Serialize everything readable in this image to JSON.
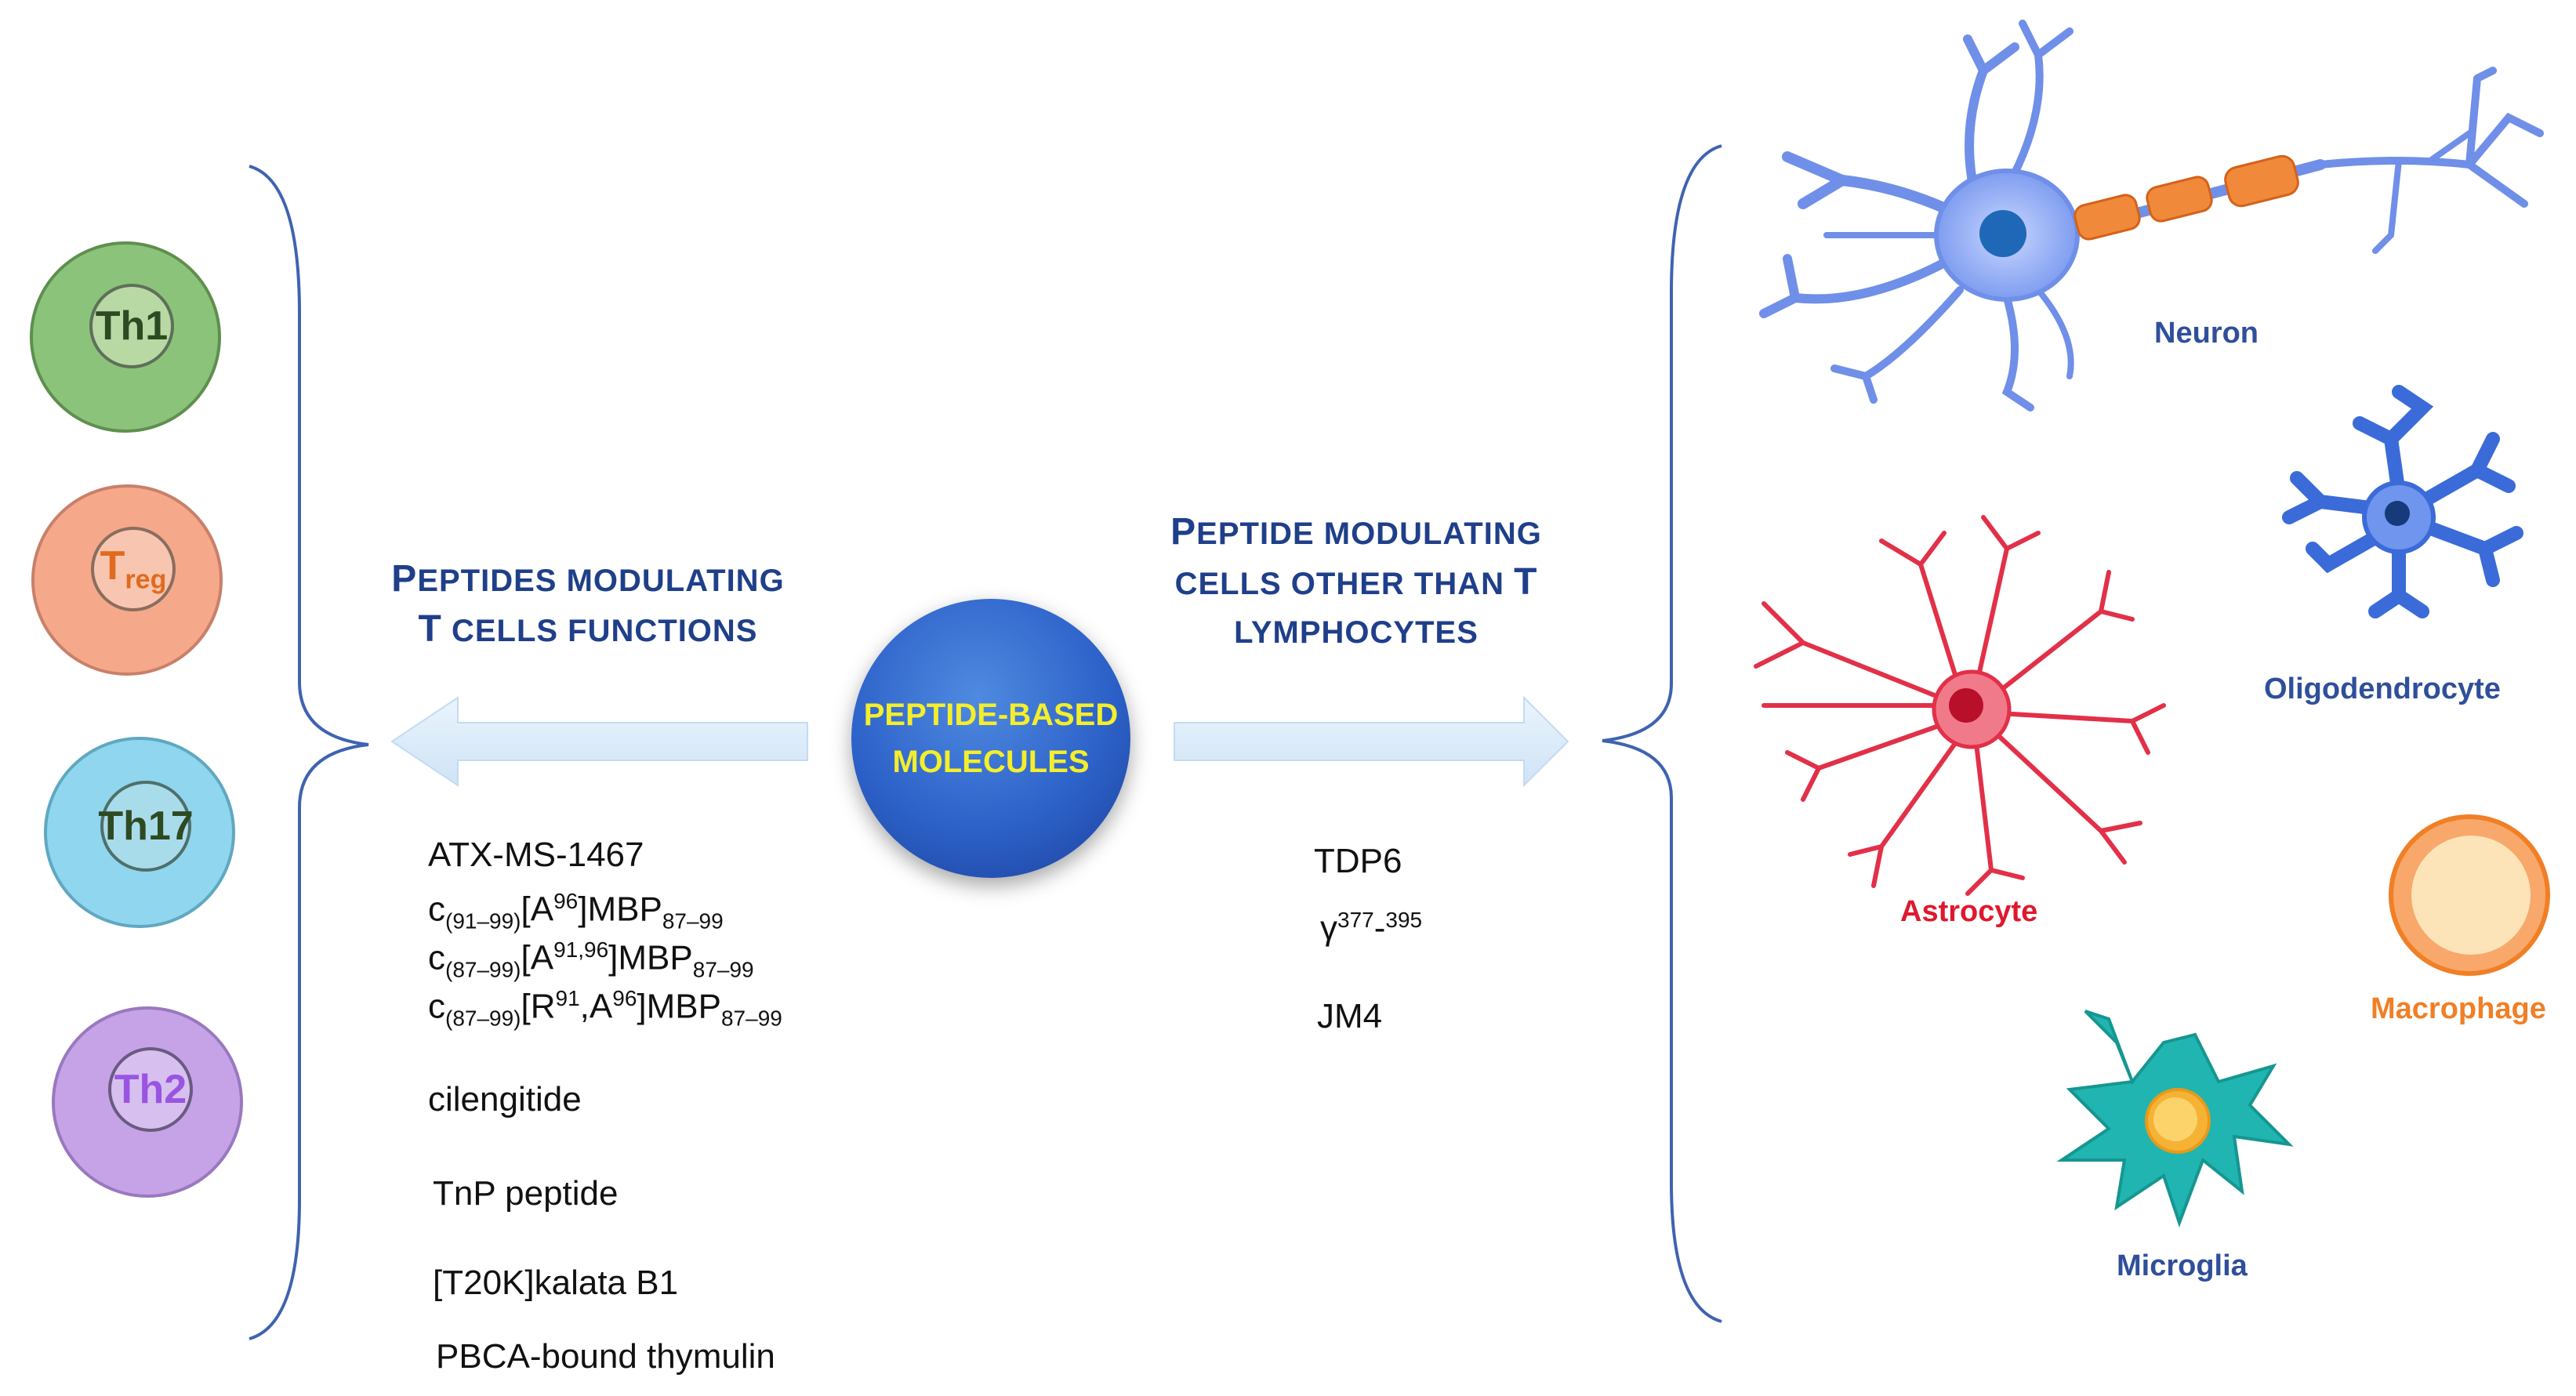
{
  "center": {
    "line1": "PEPTIDE-BASED",
    "line2": "MOLECULES"
  },
  "left_heading": {
    "line1_cap": "P",
    "line1_rest": "EPTIDES MODULATING",
    "line2_cap": "T",
    "line2_rest": " CELLS FUNCTIONS"
  },
  "right_heading": {
    "line1_cap": "P",
    "line1_rest": "EPTIDE MODULATING",
    "line2_rest": "CELLS OTHER THAN ",
    "line2_cap": "T",
    "line3": "LYMPHOCYTES"
  },
  "t_cells": [
    {
      "label": "Th1",
      "outer": "#8cc37a",
      "inner": "#b8d9a4",
      "text": "#2e4a22"
    },
    {
      "label": "T",
      "sub": "reg",
      "outer": "#f5a98a",
      "inner": "#f8c6b0",
      "text": "#e06a1e"
    },
    {
      "label": "Th17",
      "outer": "#8fd6ee",
      "inner": "#a9dceb",
      "text": "#2e4a22"
    },
    {
      "label": "Th2",
      "outer": "#c5a3e6",
      "inner": "#d7bff0",
      "text": "#9a55e0"
    }
  ],
  "left_peptides": {
    "p1": "ATX-MS-1467",
    "p2": {
      "a": "c",
      "b": "(91–99)",
      "c": "[A",
      "d": "96",
      "e": "]MBP",
      "f": "87–99"
    },
    "p3": {
      "a": "c",
      "b": "(87–99)",
      "c": "[A",
      "d": "91,96",
      "e": "]MBP",
      "f": "87–99"
    },
    "p4": {
      "a": "c",
      "b": "(87–99)",
      "c": "[R",
      "d": "91",
      "e": ",A",
      "g": "96",
      "h": "]MBP",
      "f": "87–99"
    },
    "p5": "cilengitide",
    "p6": "TnP peptide",
    "p7": "[T20K]kalata B1",
    "p8": "PBCA-bound thymulin"
  },
  "right_peptides": {
    "p1": "TDP6",
    "p2": {
      "a": "γ",
      "b": "377",
      "c": "-",
      "d": "395"
    },
    "p3": "JM4"
  },
  "cells": {
    "neuron": "Neuron",
    "oligodendrocyte": "Oligodendrocyte",
    "astrocyte": "Astrocyte",
    "macrophage": "Macrophage",
    "microglia": "Microglia"
  },
  "colors": {
    "heading": "#1f3f8a",
    "arrow": "#dcecfa",
    "brace": "#3f63b0",
    "neuron_label": "#2f4f9a",
    "astrocyte_label": "#e0182e",
    "macrophage_label": "#f07f26",
    "microglia_label": "#2f4f9a"
  }
}
